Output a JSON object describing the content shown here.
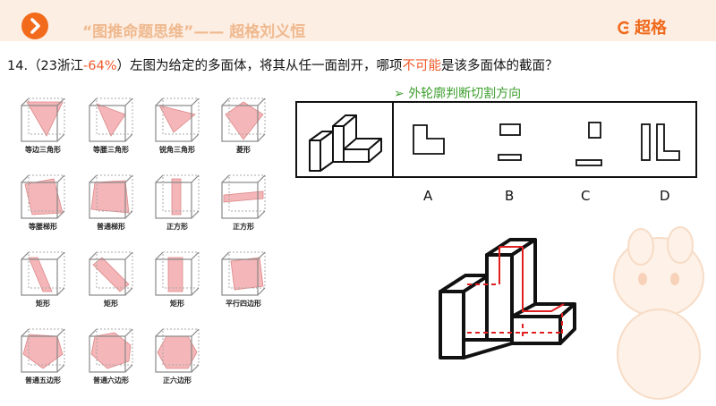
{
  "header": {
    "title": "“图推命题思维”—— 超格刘义恒",
    "brand": "超格"
  },
  "question": {
    "number": "14.",
    "source_prefix": "（23浙江",
    "accuracy": "-64%",
    "source_suffix": "）",
    "text_before": "左图为给定的多面体，将其从任一面剖开，哪项",
    "highlight": "不可能",
    "text_after": "是该多面体的截面？"
  },
  "hint": "外轮廓判断切割方向",
  "sections": [
    {
      "label": "等边三角形"
    },
    {
      "label": "等腰三角形"
    },
    {
      "label": "锐角三角形"
    },
    {
      "label": "菱形"
    },
    {
      "label": "等腰梯形"
    },
    {
      "label": "普通梯形"
    },
    {
      "label": "正方形"
    },
    {
      "label": "正方形"
    },
    {
      "label": "矩形"
    },
    {
      "label": "矩形"
    },
    {
      "label": "矩形"
    },
    {
      "label": "平行四边形"
    },
    {
      "label": "普通五边形"
    },
    {
      "label": "普通六边形"
    },
    {
      "label": "正六边形"
    }
  ],
  "options": [
    "A",
    "B",
    "C",
    "D"
  ],
  "colors": {
    "accent": "#f26b1d",
    "header_bg": "#fdeee3",
    "highlight": "#ef5a2a",
    "hint": "#3e9f2f",
    "section_fill": "#f4b6b8"
  }
}
